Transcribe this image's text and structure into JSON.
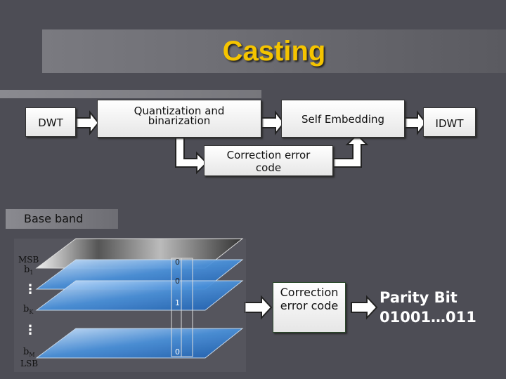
{
  "title": "Casting",
  "top_flow": {
    "dwt": "DWT",
    "quantization": [
      "Quantization and",
      "binarization"
    ],
    "self_embedding": "Self Embedding",
    "idwt": "IDWT",
    "correction": [
      "Correction error",
      "code"
    ]
  },
  "base_band_label": "Base band",
  "bitplanes": {
    "msb": "MSB",
    "b1": "b",
    "b1_sub": "1",
    "bk": "b",
    "bk_sub": "K",
    "bm": "b",
    "bm_sub": "M",
    "lsb": "LSB",
    "plane_bits": [
      "0",
      "0",
      "1",
      "0"
    ]
  },
  "bottom_flow": {
    "correction": [
      "Correction",
      "error code"
    ],
    "parity": [
      "Parity Bit",
      "01001…011"
    ]
  },
  "colors": {
    "title": "#f5c400",
    "background": "#4d4d55",
    "plane_blue": "#4a90d9",
    "arrow_fill": "#ffffff"
  }
}
